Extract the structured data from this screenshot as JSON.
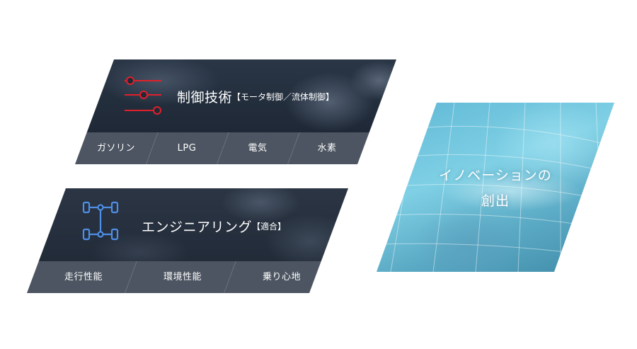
{
  "panels": {
    "control": {
      "title": "制御技術",
      "subtitle": "【モータ制御／流体制御】",
      "icon": "sliders-icon",
      "accent_color": "#e0202a",
      "categories": [
        "ガソリン",
        "LPG",
        "電気",
        "水素"
      ]
    },
    "engineering": {
      "title": "エンジニアリング",
      "subtitle": "【適合】",
      "icon": "chassis-icon",
      "accent_color": "#4f8fe6",
      "categories": [
        "走行性能",
        "環境性能",
        "乗り心地"
      ]
    }
  },
  "innovation": {
    "line1": "イノベーションの",
    "line2": "創出"
  }
}
